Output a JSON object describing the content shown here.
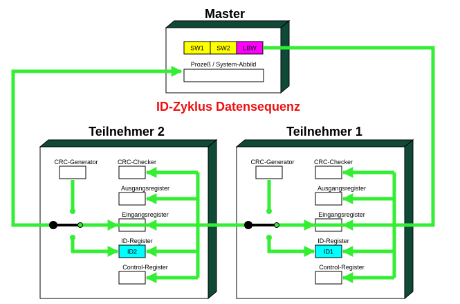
{
  "master": {
    "title": "Master",
    "cells": [
      "SW1",
      "SW2",
      "LBW"
    ],
    "image_label": "Prozeß / System-Abbild"
  },
  "heading": {
    "text": "ID-Zyklus Datensequenz",
    "color": "#ee1111"
  },
  "node2": {
    "title": "Teilnehmer 2",
    "crc_generator": "CRC-Generator",
    "crc_checker": "CRC-Checker",
    "output_register": "Ausgangsregister",
    "input_register": "Eingangsregister",
    "id_register": "ID-Register",
    "id_value": "ID2",
    "control_register": "Control-Register"
  },
  "node1": {
    "title": "Teilnehmer 1",
    "crc_generator": "CRC-Generator",
    "crc_checker": "CRC-Checker",
    "output_register": "Ausgangsregister",
    "input_register": "Eingangsregister",
    "id_register": "ID-Register",
    "id_value": "ID1",
    "control_register": "Control-Register"
  },
  "colors": {
    "line": "#33ee33",
    "box_shadow": "#0f4a38",
    "sw_fill": "#ffff00",
    "lbw_fill": "#ff00ff",
    "id_fill": "#00ffff"
  }
}
